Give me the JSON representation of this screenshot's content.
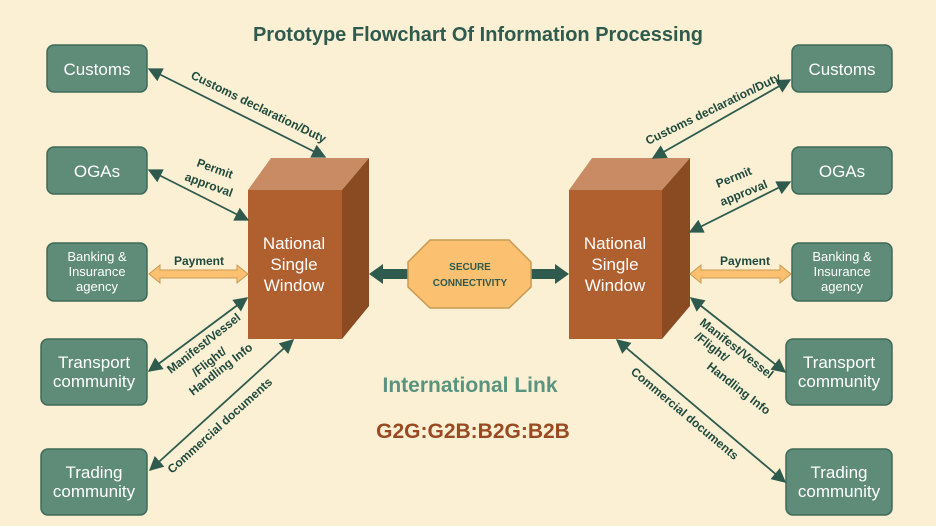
{
  "title": "Prototype Flowchart Of Information Processing",
  "left": {
    "customs": "Customs",
    "ogas": "OGAs",
    "banking": [
      "Banking &",
      "Insurance",
      "agency"
    ],
    "transport": [
      "Transport",
      "community"
    ],
    "trading": [
      "Trading",
      "community"
    ],
    "nsw": [
      "National",
      "Single",
      "Window"
    ]
  },
  "right": {
    "customs": "Customs",
    "ogas": "OGAs",
    "banking": [
      "Banking &",
      "Insurance",
      "agency"
    ],
    "transport": [
      "Transport",
      "community"
    ],
    "trading": [
      "Trading",
      "community"
    ],
    "nsw": [
      "National",
      "Single",
      "Window"
    ]
  },
  "edges": {
    "customs": "Customs declaration/Duty",
    "permit": [
      "Permit",
      "approval"
    ],
    "payment": "Payment",
    "manifest": [
      "Manifest/Vessel",
      "/Flight/",
      "Handling Info"
    ],
    "commercial": "Commercial documents"
  },
  "center": [
    "SECURE",
    "CONNECTIVITY"
  ],
  "international_link": "International Link",
  "relations": "G2G:G2B:B2G:B2B",
  "colors": {
    "background": "#fbf0d3",
    "box_fill": "#5e8c78",
    "box_stroke": "#3f6a58",
    "nsw_front": "#b0602e",
    "nsw_top": "#c88b63",
    "nsw_side": "#8a4a22",
    "connector_fill": "#fbc170",
    "arrow": "#2f5b4e"
  }
}
